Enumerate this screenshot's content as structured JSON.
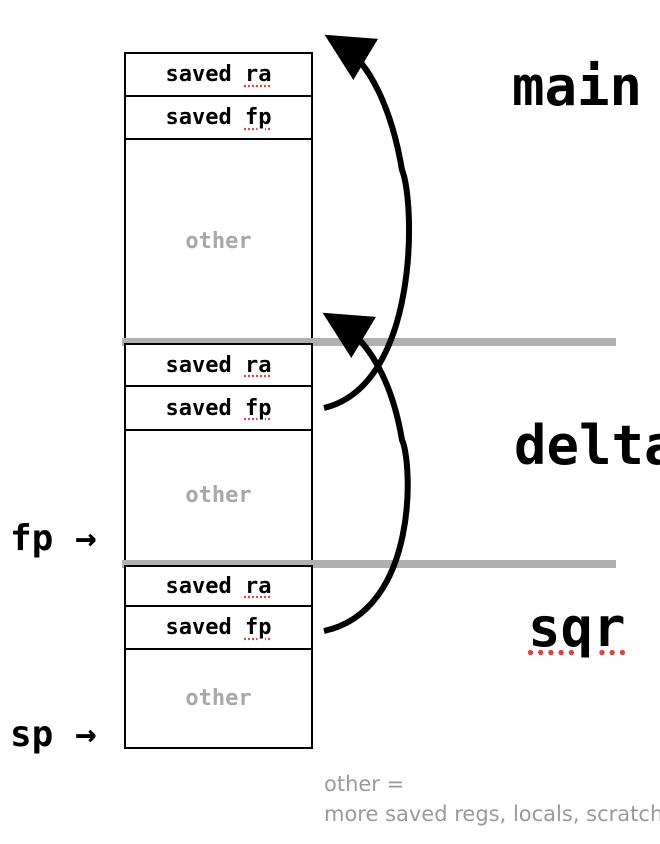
{
  "frames": [
    {
      "label": "main",
      "slots": [
        "saved ra",
        "saved fp",
        "other"
      ]
    },
    {
      "label": "delta",
      "slots": [
        "saved ra",
        "saved fp",
        "other"
      ]
    },
    {
      "label": "sqr",
      "slots": [
        "saved ra",
        "saved fp",
        "other"
      ]
    }
  ],
  "pointers": {
    "fp": "fp →",
    "sp": "sp →"
  },
  "note": {
    "line1": "other =",
    "line2": "more saved regs, locals, scratch"
  }
}
